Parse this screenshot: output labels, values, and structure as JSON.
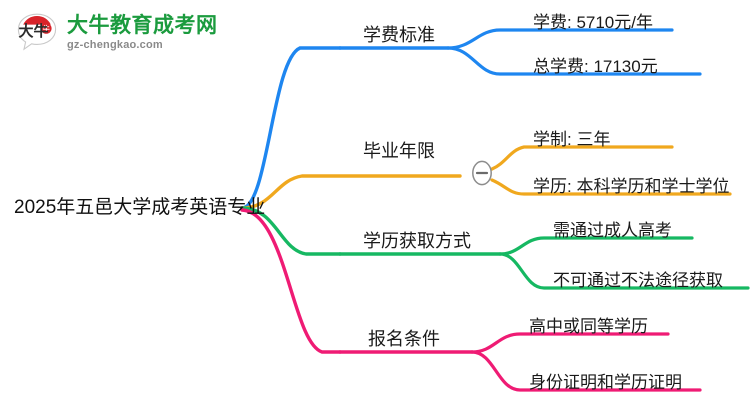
{
  "logo": {
    "mark_label": "大牛",
    "title_cn": "大牛教育成考网",
    "domain": "gz-chengkao.com",
    "brand_green": "#1b9b3e",
    "brand_red": "#d8232a"
  },
  "mindmap": {
    "root": {
      "label": "2025年五邑大学成考英语专业"
    },
    "branches": [
      {
        "label": "学费标准",
        "color": "#1e86f0",
        "collapsible": false,
        "leaves": [
          {
            "label": "学费: 5710元/年"
          },
          {
            "label": "总学费: 17130元"
          }
        ]
      },
      {
        "label": "毕业年限",
        "color": "#f0a81e",
        "collapsible": true,
        "collapse_icon": "minus-circle-icon",
        "leaves": [
          {
            "label": "学制: 三年"
          },
          {
            "label": "学历: 本科学历和学士学位"
          }
        ]
      },
      {
        "label": "学历获取方式",
        "color": "#16b862",
        "collapsible": false,
        "leaves": [
          {
            "label": "需通过成人高考"
          },
          {
            "label": "不可通过不法途径获取"
          }
        ]
      },
      {
        "label": "报名条件",
        "color": "#ef1b74",
        "collapsible": false,
        "leaves": [
          {
            "label": "高中或同等学历"
          },
          {
            "label": "身份证明和学历证明"
          }
        ]
      }
    ]
  }
}
